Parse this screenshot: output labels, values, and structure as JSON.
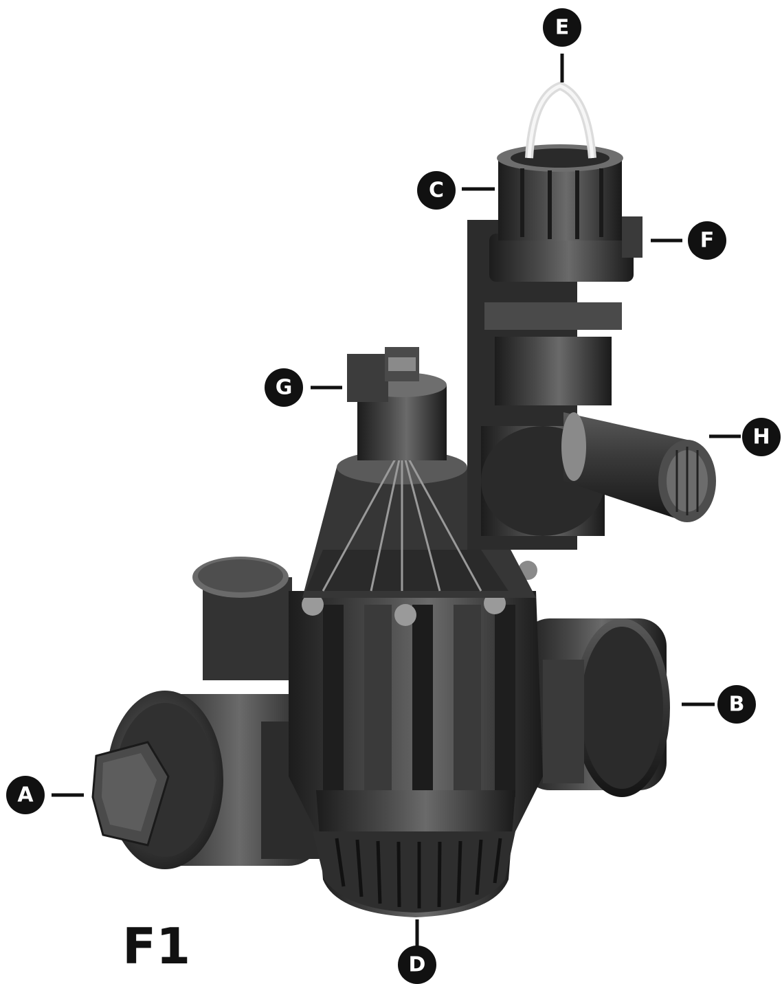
{
  "figure": {
    "label": "F1",
    "callouts": [
      {
        "id": "A",
        "letter": "A"
      },
      {
        "id": "B",
        "letter": "B"
      },
      {
        "id": "C",
        "letter": "C"
      },
      {
        "id": "D",
        "letter": "D"
      },
      {
        "id": "E",
        "letter": "E"
      },
      {
        "id": "F",
        "letter": "F"
      },
      {
        "id": "G",
        "letter": "G"
      },
      {
        "id": "H",
        "letter": "H"
      }
    ]
  },
  "colors": {
    "body": "#2a2a2a",
    "body_light": "#555555",
    "highlight": "#8a8a8a",
    "marker": "#111111",
    "tube": "#e8e8e8"
  },
  "illustration": {
    "name": "irrigation-valve-photo"
  }
}
